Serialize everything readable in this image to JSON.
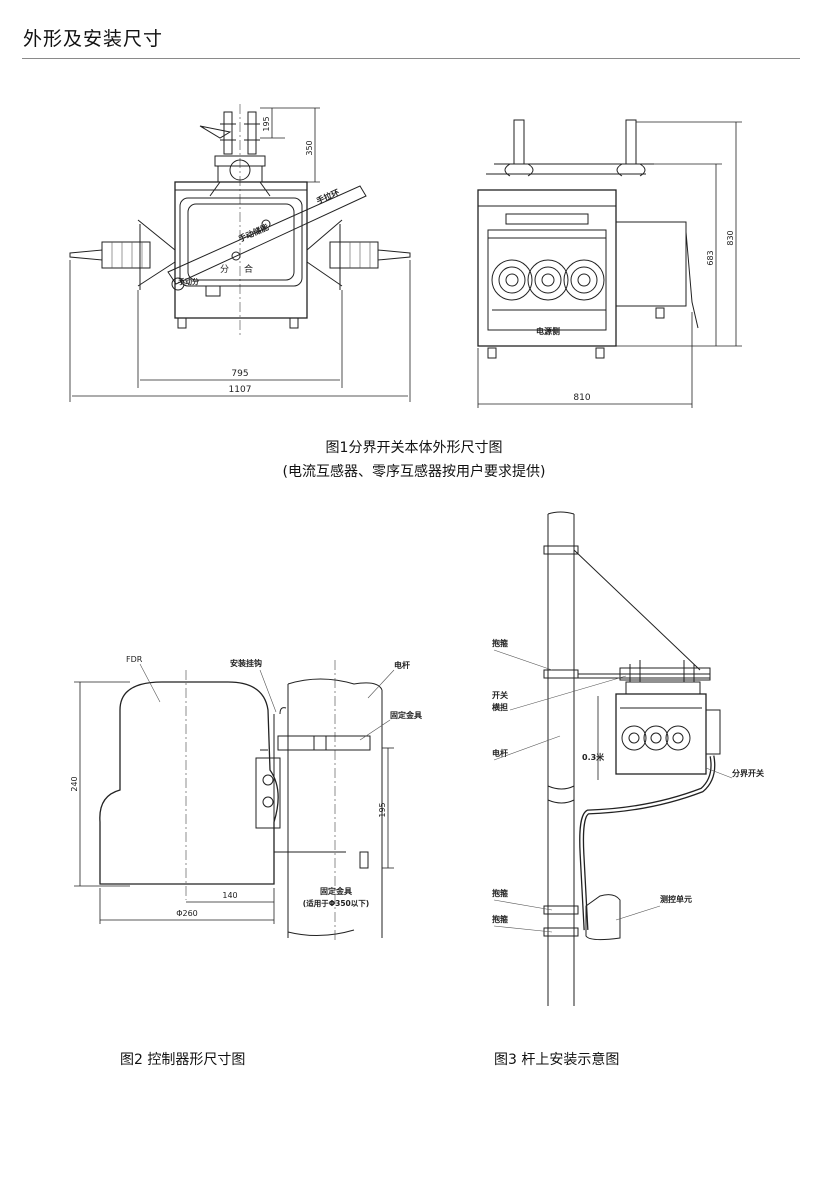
{
  "page": {
    "title": "外形及安装尺寸"
  },
  "figure1": {
    "caption_line1": "图1分界开关本体外形尺寸图",
    "caption_line2": "(电流互感器、零序互感器按用户要求提供)",
    "front": {
      "dim_195": "195",
      "dim_350": "350",
      "dim_795": "795",
      "dim_1107": "1107",
      "label_manual_energy": "手动储能",
      "label_pull_ring": "手拉环",
      "label_hand_trip": "手动分",
      "label_open": "分",
      "label_close": "合"
    },
    "side": {
      "dim_810": "810",
      "dim_830": "830",
      "dim_683": "683",
      "label_supply_side": "电源侧"
    }
  },
  "figure2": {
    "caption": "图2 控制器形尺寸图",
    "label_fdr": "FDR",
    "label_hook": "安装挂钩",
    "label_pole": "电杆",
    "label_fitting": "固定金具",
    "dim_240": "240",
    "dim_195": "195",
    "dim_140": "140",
    "dim_phi260": "Φ260",
    "label_fitting_bottom": "固定金具",
    "label_fitting_note": "(适用于Φ350以下)"
  },
  "figure3": {
    "caption": "图3 杆上安装示意图",
    "label_hoop": "抱箍",
    "label_bracket_1": "开关",
    "label_bracket_2": "横担",
    "label_pole": "电杆",
    "label_distance": "0.3米",
    "label_switch": "分界开关",
    "label_hoop_2": "抱箍",
    "label_hoop_3": "抱箍",
    "label_control_unit": "测控单元"
  }
}
